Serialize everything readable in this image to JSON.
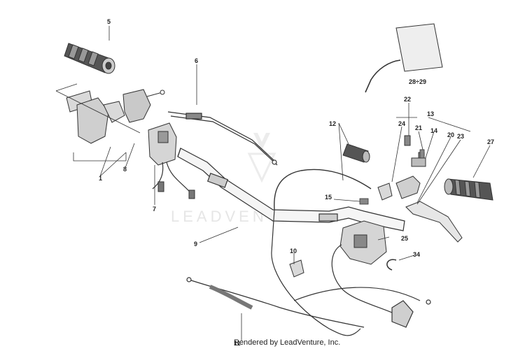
{
  "diagram": {
    "callouts": [
      "1",
      "5",
      "6",
      "7",
      "8",
      "9",
      "10",
      "11",
      "12",
      "13",
      "14",
      "15",
      "20",
      "21",
      "22",
      "23",
      "24",
      "25",
      "27",
      "28÷29",
      "34"
    ],
    "watermark": "LEADVENTURE",
    "credit": "Rendered by LeadVenture, Inc."
  },
  "colors": {
    "line": "#333333",
    "part_fill": "#d9d9d9",
    "dark_fill": "#7a7a7a",
    "watermark": "#e6e6e6"
  }
}
